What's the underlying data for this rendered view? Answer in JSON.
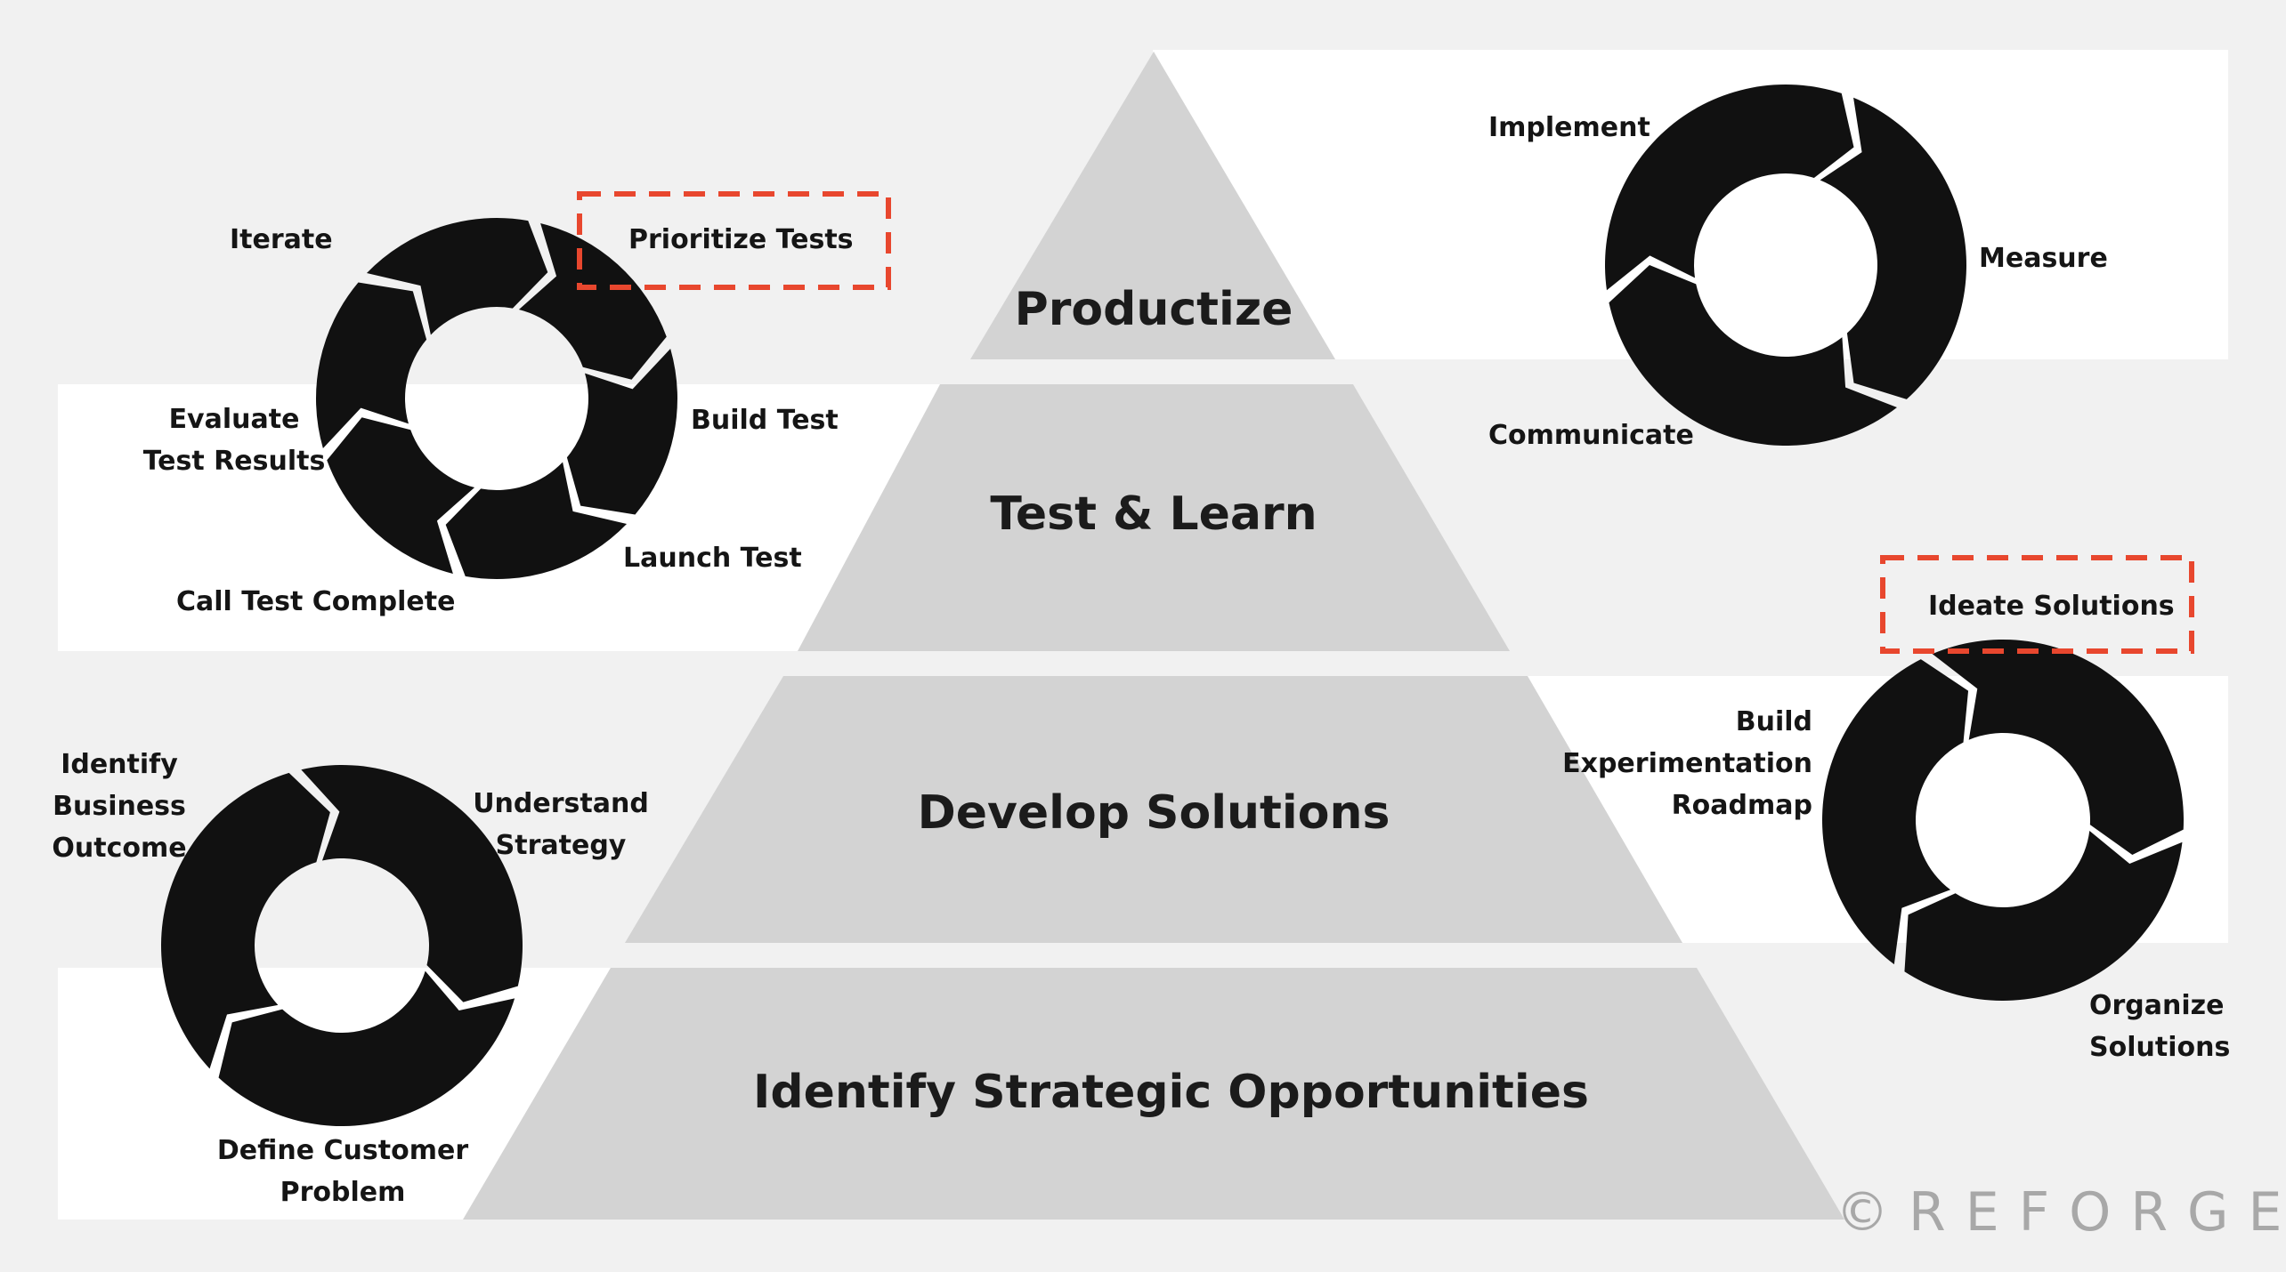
{
  "pyramid": {
    "tiers": [
      {
        "label": "Productize"
      },
      {
        "label": "Test & Learn"
      },
      {
        "label": "Develop Solutions"
      },
      {
        "label": "Identify Strategic Opportunities"
      }
    ]
  },
  "cycles": {
    "test_learn": {
      "steps": [
        {
          "label": "Prioritize Tests"
        },
        {
          "label": "Build Test"
        },
        {
          "label": "Launch Test"
        },
        {
          "label": "Call Test Complete"
        },
        {
          "label": "Evaluate\nTest Results"
        },
        {
          "label": "Iterate"
        }
      ]
    },
    "productize": {
      "steps": [
        {
          "label": "Implement"
        },
        {
          "label": "Measure"
        },
        {
          "label": "Communicate"
        }
      ]
    },
    "develop_solutions": {
      "steps": [
        {
          "label": "Ideate Solutions"
        },
        {
          "label": "Organize\nSolutions"
        },
        {
          "label": "Build\nExperimentation\nRoadmap"
        }
      ]
    },
    "strategic_opportunities": {
      "steps": [
        {
          "label": "Identify\nBusiness\nOutcome"
        },
        {
          "label": "Understand\nStrategy"
        },
        {
          "label": "Define Customer\nProblem"
        }
      ]
    }
  },
  "branding": {
    "text": "©REFORGE"
  },
  "colors": {
    "background": "#f1f1f1",
    "panel": "#ffffff",
    "pyramid": "#d3d3d3",
    "ring": "#111111",
    "highlight": "#e8472e"
  }
}
